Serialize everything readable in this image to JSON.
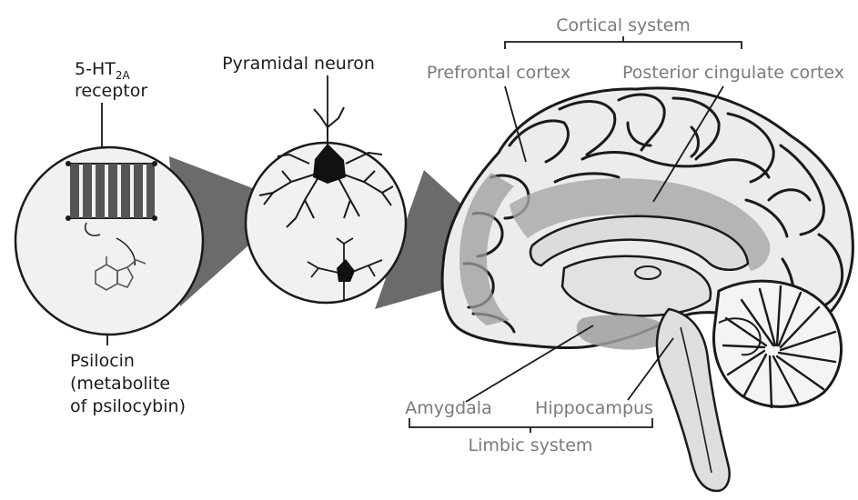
{
  "labels": {
    "receptor_5ht": "5-HT",
    "receptor_sub": "2A",
    "receptor_word": "receptor",
    "pyramidal_neuron": "Pyramidal neuron",
    "psilocin_line1": "Psilocin",
    "psilocin_line2": "(metabolite",
    "psilocin_line3": "of psilocybin)",
    "cortical_system": "Cortical system",
    "prefrontal_cortex": "Prefrontal cortex",
    "posterior_cingulate_cortex": "Posterior cingulate cortex",
    "amygdala": "Amygdala",
    "hippocampus": "Hippocampus",
    "limbic_system": "Limbic system"
  },
  "colors": {
    "line": "#1a1a1a",
    "highlight": "#9e9e9e",
    "light_fill": "#e8e8e8",
    "panel_fill": "#f1f1f1",
    "cone": "#6a6a6a",
    "grey_text": "#7a7a7a"
  }
}
